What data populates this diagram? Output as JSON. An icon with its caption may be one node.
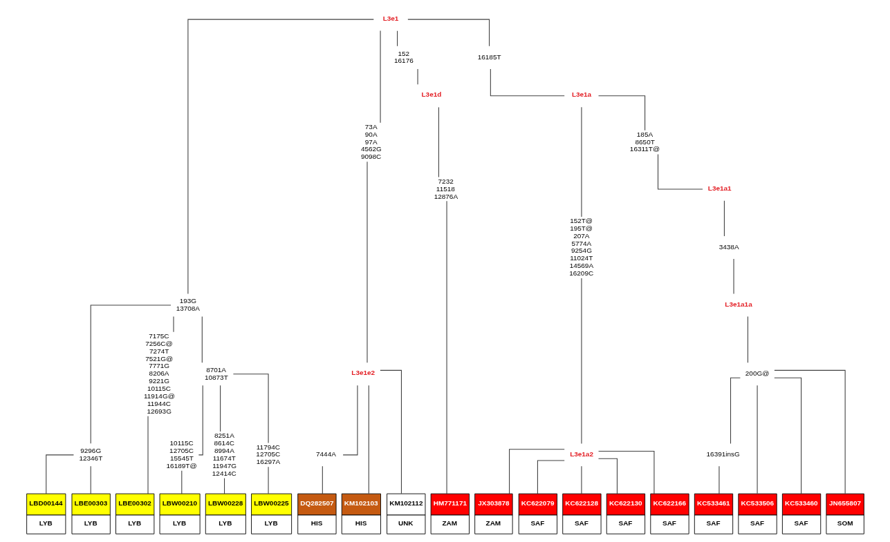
{
  "diagram": {
    "nodes": [
      {
        "text": [
          "L3e1"
        ]
      },
      {
        "text": [
          "193G 13708A"
        ]
      },
      {
        "text": [
          "8701A 10873T"
        ]
      },
      {
        "text": [
          "73A 90A 97A 4562G 9098C"
        ]
      },
      {
        "text": [
          "16185T"
        ]
      },
      {
        "text": [
          "L3e1a"
        ]
      },
      {
        "text": [
          "L3e1e2"
        ]
      },
      {
        "text": [
          "152T@ 195T@ 207A 5774A 9254G 11024T 14569A 16209C"
        ]
      },
      {
        "text": [
          "185A 8650T 16311T@"
        ]
      },
      {
        "text": [
          "L3e1a1"
        ]
      },
      {
        "text": [
          "3438A"
        ]
      },
      {
        "text": [
          "L3e1a1a"
        ]
      },
      {
        "text": [
          "200G@"
        ]
      },
      {
        "text": [
          "7175C 7256C@ 7274T 7521G@ 7771G 8206A 9221G 10115C 11914G@ 11944C 12693G"
        ]
      },
      {
        "text": [
          "8251A 8614C 8994A 11674T 11947G 12414C"
        ]
      },
      {
        "text": [
          "152 16176"
        ]
      },
      {
        "text": [
          "L3e1d"
        ]
      },
      {
        "text": [
          "7232 11518 12876A"
        ]
      },
      {
        "text": [
          "10115C 12705C 15545T 16189T@"
        ]
      },
      {
        "text": [
          "9296G 12346T"
        ]
      },
      {
        "text": [
          "11794C 12705C 16297A"
        ]
      },
      {
        "text": [
          "7444A"
        ]
      },
      {
        "text": [
          "L3e1a2"
        ]
      },
      {
        "text": [
          "16391insG"
        ]
      },
      {
        "text": [
          "LBD00144",
          "LYB"
        ]
      },
      {
        "text": [
          "LBE00303",
          "LYB"
        ]
      },
      {
        "text": [
          "LBE00302",
          "LYB"
        ]
      },
      {
        "text": [
          "LBW00210",
          "LYB"
        ]
      },
      {
        "text": [
          "LBW00228",
          "LYB"
        ]
      },
      {
        "text": [
          "LBW00225",
          "LYB"
        ]
      },
      {
        "text": [
          "DQ282507",
          "HIS"
        ]
      },
      {
        "text": [
          "KM102103",
          "HIS"
        ]
      },
      {
        "text": [
          "KM102112",
          "UNK"
        ]
      },
      {
        "text": [
          "HM771171",
          "ZAM"
        ]
      },
      {
        "text": [
          "JX303878",
          "ZAM"
        ]
      },
      {
        "text": [
          "KC622079",
          "SAF"
        ]
      },
      {
        "text": [
          "KC622128",
          "SAF"
        ]
      },
      {
        "text": [
          "KC622130",
          "SAF"
        ]
      },
      {
        "text": [
          "KC622166",
          "SAF"
        ]
      },
      {
        "text": [
          "KC533461",
          "SAF"
        ]
      },
      {
        "text": [
          "KC533506",
          "SAF"
        ]
      },
      {
        "text": [
          "KC533460",
          "SAF"
        ]
      },
      {
        "text": [
          "JN655807",
          "SOM"
        ]
      }
    ],
    "edges": [
      {
        "from": 0,
        "to": 1,
        "arrow": "none"
      },
      {
        "from": 0,
        "to": 3,
        "arrow": "none"
      },
      {
        "from": 0,
        "to": 15,
        "arrow": "none"
      },
      {
        "from": 0,
        "to": 4,
        "arrow": "none"
      },
      {
        "from": 1,
        "to": 19,
        "arrow": "none"
      },
      {
        "from": 1,
        "to": 13,
        "arrow": "none"
      },
      {
        "from": 1,
        "to": 2,
        "arrow": "none"
      },
      {
        "from": 2,
        "to": 18,
        "arrow": "none"
      },
      {
        "from": 2,
        "to": 14,
        "arrow": "none"
      },
      {
        "from": 2,
        "to": 20,
        "arrow": "none"
      },
      {
        "from": 19,
        "to": 24,
        "arrow": "none"
      },
      {
        "from": 19,
        "to": 25,
        "arrow": "none"
      },
      {
        "from": 13,
        "to": 26,
        "arrow": "none"
      },
      {
        "from": 18,
        "to": 27,
        "arrow": "none"
      },
      {
        "from": 14,
        "to": 28,
        "arrow": "none"
      },
      {
        "from": 20,
        "to": 29,
        "arrow": "none"
      },
      {
        "from": 3,
        "to": 6,
        "arrow": "none"
      },
      {
        "from": 6,
        "to": 21,
        "arrow": "none"
      },
      {
        "from": 6,
        "to": 31,
        "arrow": "none"
      },
      {
        "from": 6,
        "to": 32,
        "arrow": "none"
      },
      {
        "from": 21,
        "to": 30,
        "arrow": "none"
      },
      {
        "from": 15,
        "to": 16,
        "arrow": "none"
      },
      {
        "from": 16,
        "to": 17,
        "arrow": "none"
      },
      {
        "from": 17,
        "to": 33,
        "arrow": "none"
      },
      {
        "from": 4,
        "to": 5,
        "arrow": "none"
      },
      {
        "from": 5,
        "to": 7,
        "arrow": "none"
      },
      {
        "from": 5,
        "to": 8,
        "arrow": "none"
      },
      {
        "from": 7,
        "to": 22,
        "arrow": "none"
      },
      {
        "from": 22,
        "to": 34,
        "arrow": "none"
      },
      {
        "from": 22,
        "to": 35,
        "arrow": "none"
      },
      {
        "from": 22,
        "to": 36,
        "arrow": "none"
      },
      {
        "from": 22,
        "to": 37,
        "arrow": "none"
      },
      {
        "from": 22,
        "to": 38,
        "arrow": "none"
      },
      {
        "from": 8,
        "to": 9,
        "arrow": "none"
      },
      {
        "from": 9,
        "to": 10,
        "arrow": "none"
      },
      {
        "from": 10,
        "to": 11,
        "arrow": "none"
      },
      {
        "from": 11,
        "to": 12,
        "arrow": "none"
      },
      {
        "from": 12,
        "to": 23,
        "arrow": "none"
      },
      {
        "from": 12,
        "to": 40,
        "arrow": "none"
      },
      {
        "from": 12,
        "to": 41,
        "arrow": "none"
      },
      {
        "from": 12,
        "to": 42,
        "arrow": "none"
      },
      {
        "from": 23,
        "to": 39,
        "arrow": "none"
      }
    ]
  }
}
